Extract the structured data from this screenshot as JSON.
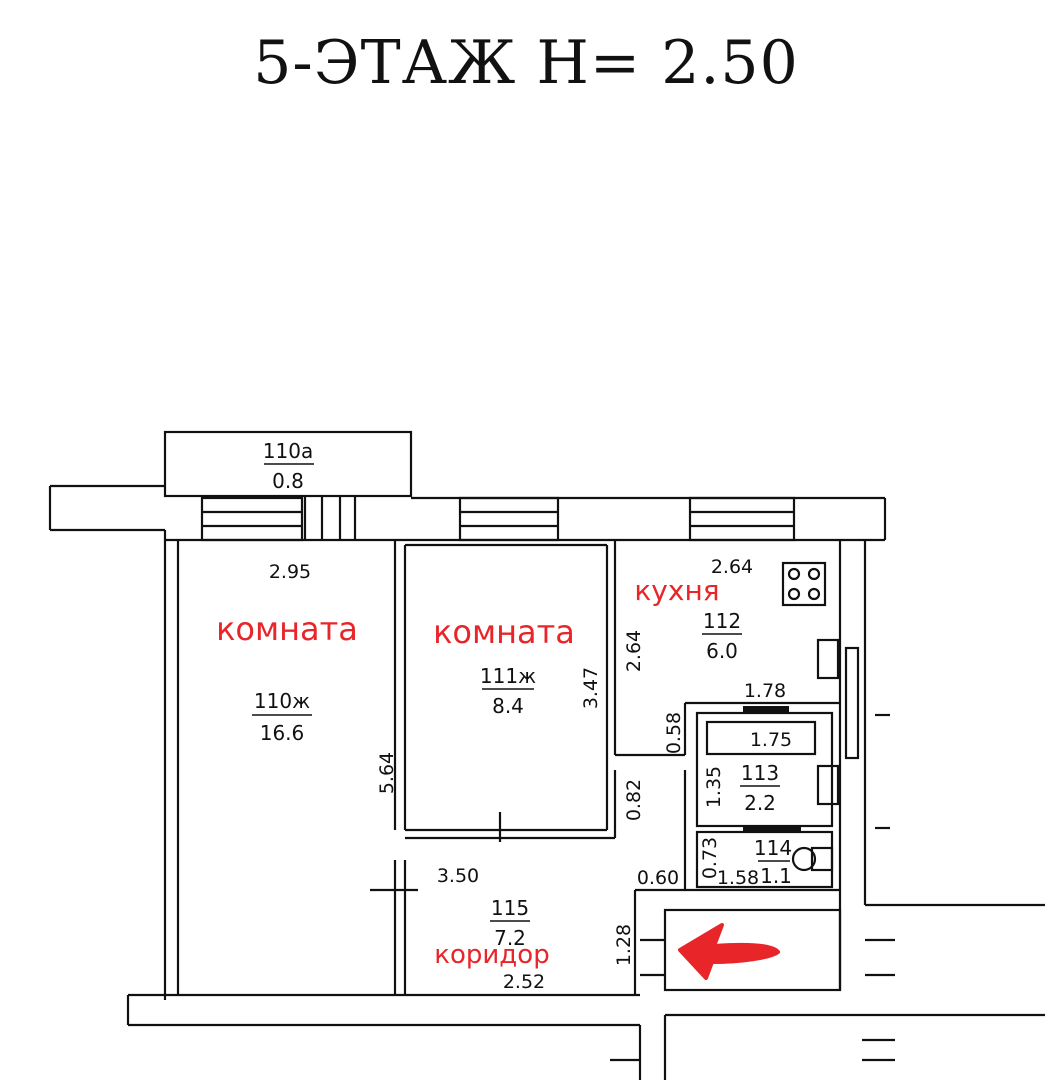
{
  "title": "5-ЭТАЖ Н= 2.50",
  "rooms": [
    {
      "number": "110а",
      "area": "0.8"
    },
    {
      "number": "110ж",
      "area": "16.6",
      "label": "комната"
    },
    {
      "number": "111ж",
      "area": "8.4",
      "label": "комната"
    },
    {
      "number": "112",
      "area": "6.0",
      "label": "кухня"
    },
    {
      "number": "113",
      "area": "2.2"
    },
    {
      "number": "114",
      "area": "1.1"
    },
    {
      "number": "115",
      "area": "7.2",
      "label": "коридор"
    }
  ],
  "dimensions": {
    "d_295": "2.95",
    "d_564": "5.64",
    "d_347": "3.47",
    "d_264_kitchen_w": "2.64",
    "d_264_kitchen_h": "2.64",
    "d_178": "1.78",
    "d_175": "1.75",
    "d_058": "0.58",
    "d_082": "0.82",
    "d_135": "1.35",
    "d_073": "0.73",
    "d_060": "0.60",
    "d_158": "1.58",
    "d_350": "3.50",
    "d_128": "1.28",
    "d_252": "2.52"
  },
  "colors": {
    "annotation": "#e8262a",
    "lines": "#111111"
  }
}
